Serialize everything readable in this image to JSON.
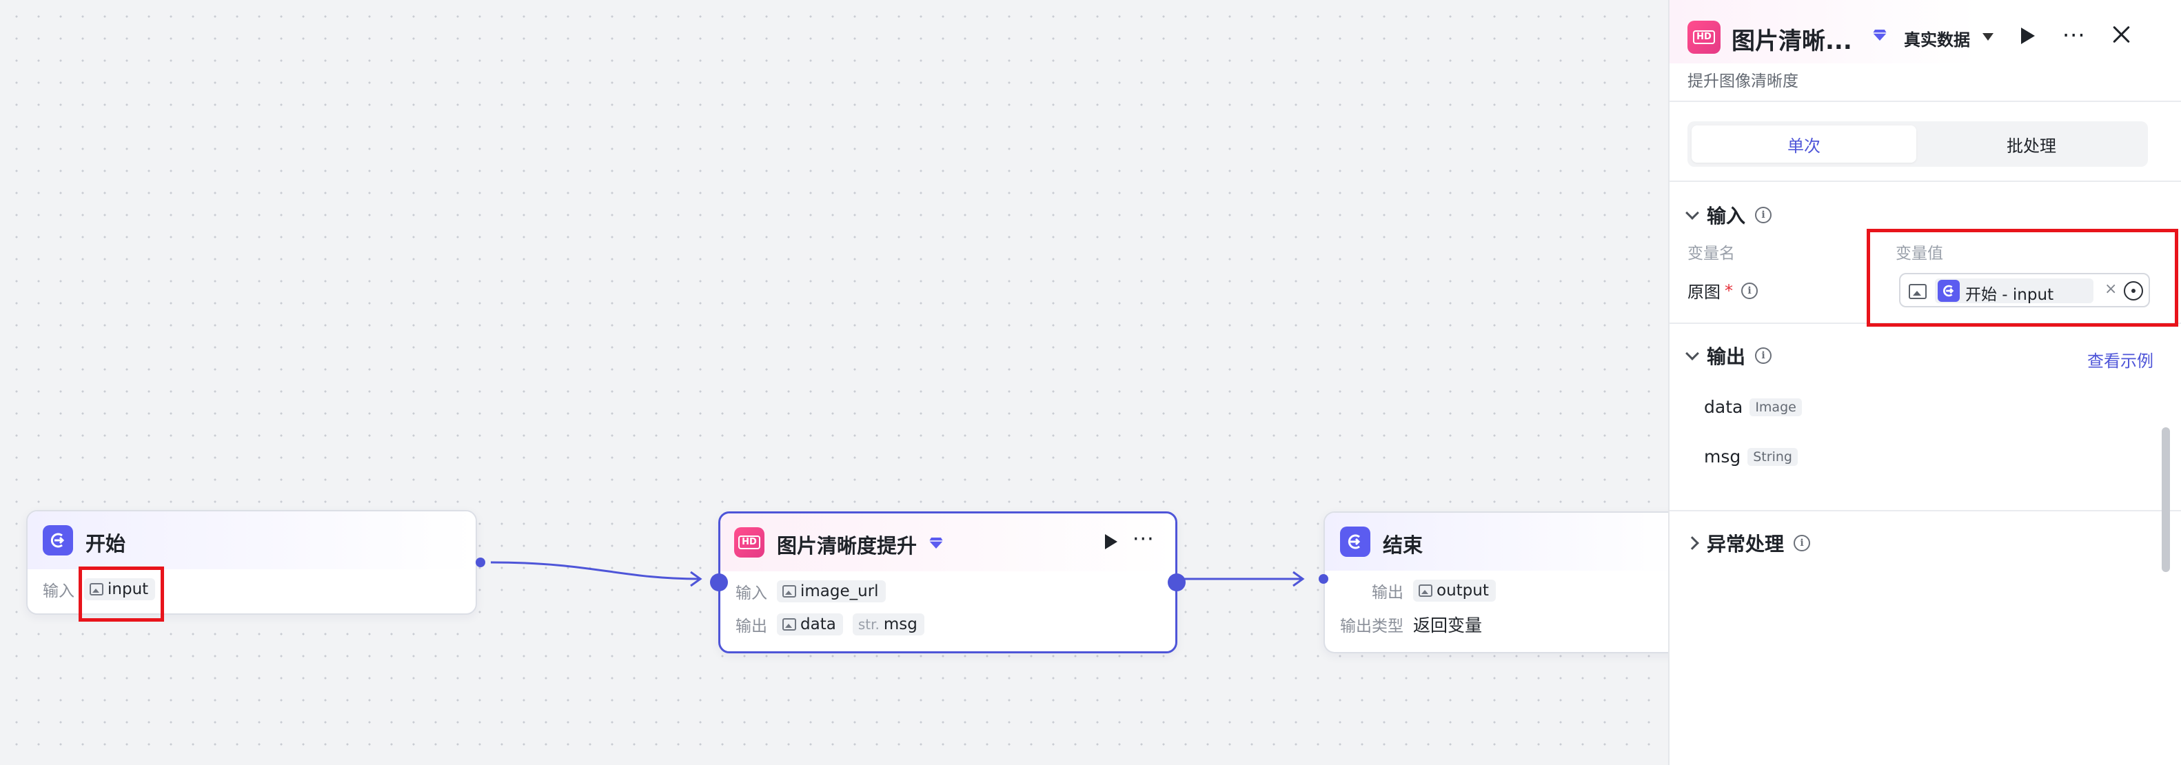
{
  "colors": {
    "accent": "#4e55d8",
    "start_icon_bg": "#5b5cf0",
    "hd_icon_bg": "#e53a86",
    "highlight": "#e8141b"
  },
  "nodes": {
    "start": {
      "title": "开始",
      "icon": "login-icon",
      "input_label": "输入",
      "input_var": "input"
    },
    "enhance": {
      "title": "图片清晰度提升",
      "icon": "hd-icon",
      "input_label": "输入",
      "input_var": "image_url",
      "output_label": "输出",
      "output_vars": [
        "data",
        "msg"
      ],
      "msg_prefix": "str."
    },
    "end": {
      "title": "结束",
      "icon": "logout-icon",
      "output_label": "输出",
      "output_var": "output",
      "output_type_label": "输出类型",
      "output_type_value": "返回变量"
    }
  },
  "panel": {
    "title": "图片清晰...",
    "subtitle": "提升图像清晰度",
    "data_mode": "真实数据",
    "tabs": [
      "单次",
      "批处理"
    ],
    "input_section": {
      "title": "输入",
      "col_name": "变量名",
      "col_value": "变量值",
      "var_name": "原图",
      "required_mark": "*",
      "var_value": "开始 - input",
      "clear_symbol": "×"
    },
    "output_section": {
      "title": "输出",
      "link": "查看示例",
      "items": [
        {
          "name": "data",
          "type": "Image"
        },
        {
          "name": "msg",
          "type": "String"
        }
      ]
    },
    "error_section": {
      "title": "异常处理"
    }
  }
}
